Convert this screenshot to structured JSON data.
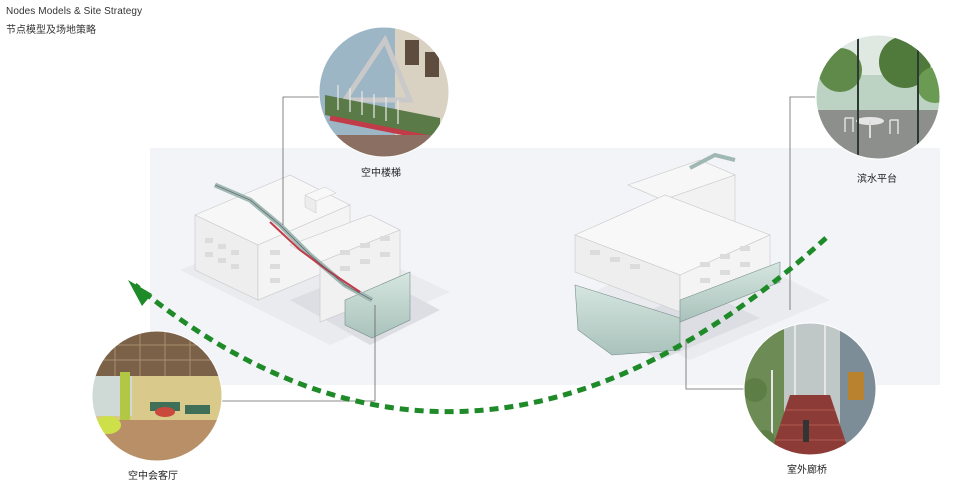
{
  "title": {
    "english": "Nodes Models & Site Strategy",
    "chinese": "节点模型及场地策略"
  },
  "nodes": [
    {
      "id": "sky-stair",
      "label": "空中楼梯"
    },
    {
      "id": "waterfront-platform",
      "label": "滨水平台"
    },
    {
      "id": "sky-lounge",
      "label": "空中会客厅"
    },
    {
      "id": "outdoor-corridor-bridge",
      "label": "室外廊桥"
    }
  ],
  "colors": {
    "arrow": "#1e8a28",
    "leader": "#666666",
    "site": "#eef0f4"
  }
}
